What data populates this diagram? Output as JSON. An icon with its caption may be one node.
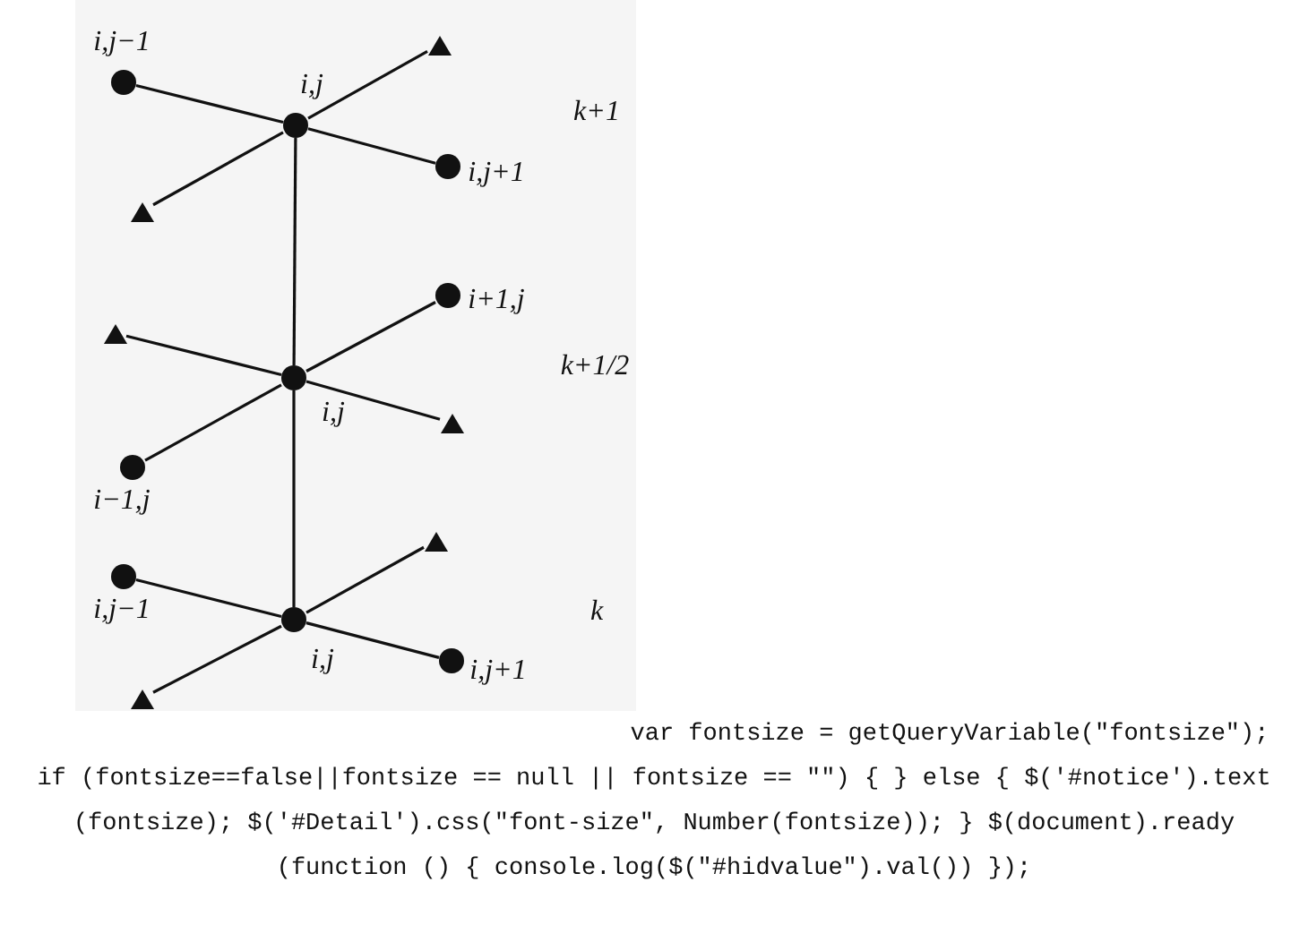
{
  "diagram": {
    "nodes": [
      {
        "text": [],
        "shape": "circle",
        "beside": [
          "i,j−1"
        ]
      },
      {
        "text": [],
        "shape": "triangle"
      },
      {
        "text": [],
        "shape": "circle",
        "beside": [
          "i,j"
        ]
      },
      {
        "text": [],
        "shape": "circle",
        "beside": [
          "i,j+1"
        ]
      },
      {
        "text": [],
        "shape": "triangle"
      },
      {
        "text": [],
        "shape": "circle",
        "beside": [
          "i+1,j"
        ]
      },
      {
        "text": [],
        "shape": "triangle"
      },
      {
        "text": [],
        "shape": "circle",
        "beside": [
          "i,j"
        ]
      },
      {
        "text": [],
        "shape": "triangle"
      },
      {
        "text": [],
        "shape": "circle",
        "beside": [
          "i−1,j"
        ]
      },
      {
        "text": [],
        "shape": "circle",
        "beside": [
          "i,j−1"
        ]
      },
      {
        "text": [],
        "shape": "triangle"
      },
      {
        "text": [],
        "shape": "circle",
        "beside": [
          "i,j"
        ]
      },
      {
        "text": [],
        "shape": "circle",
        "beside": [
          "i,j+1"
        ]
      },
      {
        "text": [],
        "shape": "triangle"
      }
    ],
    "edges": [
      {
        "from": 0,
        "to": 2,
        "arrow": "none"
      },
      {
        "from": 2,
        "to": 3,
        "arrow": "none"
      },
      {
        "from": 4,
        "to": 2,
        "arrow": "none"
      },
      {
        "from": 2,
        "to": 1,
        "arrow": "none"
      },
      {
        "from": 2,
        "to": 7,
        "arrow": "none"
      },
      {
        "from": 6,
        "to": 7,
        "arrow": "none"
      },
      {
        "from": 7,
        "to": 8,
        "arrow": "none"
      },
      {
        "from": 9,
        "to": 7,
        "arrow": "none"
      },
      {
        "from": 7,
        "to": 5,
        "arrow": "none"
      },
      {
        "from": 7,
        "to": 12,
        "arrow": "none"
      },
      {
        "from": 10,
        "to": 12,
        "arrow": "none"
      },
      {
        "from": 12,
        "to": 13,
        "arrow": "none"
      },
      {
        "from": 14,
        "to": 12,
        "arrow": "none"
      },
      {
        "from": 12,
        "to": 11,
        "arrow": "none"
      }
    ],
    "labels": [
      "k+1",
      "k+1/2",
      "k",
      "var fontsize = getQueryVariable(\"fontsize\"); if (fontsize==false||fontsize == null || fontsize == \"\") { } else { $('#notice').text (fontsize); $('#Detail').css(\"font-size\", Number(fontsize)); } $(document).ready (function () { console.log($(\"#hidvalue\").val()) });"
    ]
  }
}
